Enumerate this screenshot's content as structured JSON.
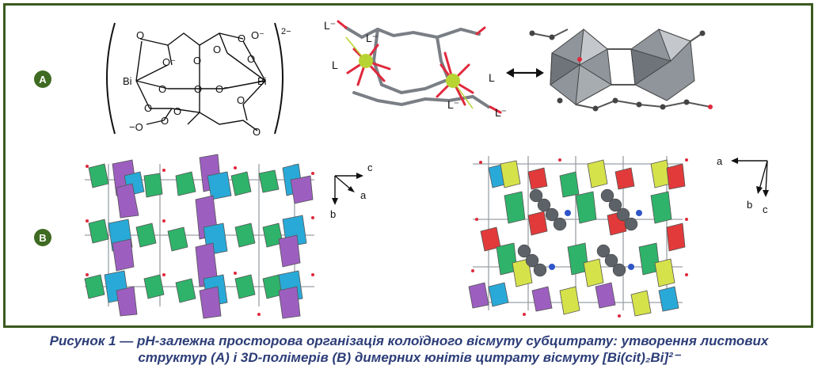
{
  "panels": {
    "a_label": "A",
    "b_label": "B"
  },
  "structure": {
    "charge": "2−",
    "bi_left": "Bi",
    "bi_right": "Bi",
    "o": "O",
    "o_minus": "O⁻",
    "o_minus_top_right": "O⁻",
    "o_terminal": "−O"
  },
  "ligand_model": {
    "l_minus_top_left": "L⁻",
    "l_minus_top_mid": "L⁻",
    "l_left": "L",
    "l_right": "L",
    "l_minus_bottom_mid": "L⁻",
    "l_minus_bottom_right": "L⁻"
  },
  "axes_left": {
    "c": "c",
    "a": "a",
    "b": "b"
  },
  "axes_right": {
    "a": "a",
    "b": "b",
    "c": "c"
  },
  "caption": {
    "line1": "Рисунок 1 — рН-залежна просторова організація колоїдного вісмуту субцитрату: утворення листових",
    "line2": "структур (А) і 3D-полімерів (В) димерних юнітів цитрату вісмуту [Bi(cit)₂Bi]²⁻"
  },
  "colors": {
    "frame": "#3a5a1e",
    "badge": "#3f6b22",
    "caption": "#2c3d78",
    "green_poly": "#2fb36a",
    "cyan_poly": "#29a9d8",
    "purple_poly": "#9c5fc0",
    "red_poly": "#e23a3a",
    "yellow_poly": "#d6e24a",
    "grey_poly": "#8f959b",
    "bi_atom": "#b8d432",
    "oxygen": "#e0283c"
  }
}
